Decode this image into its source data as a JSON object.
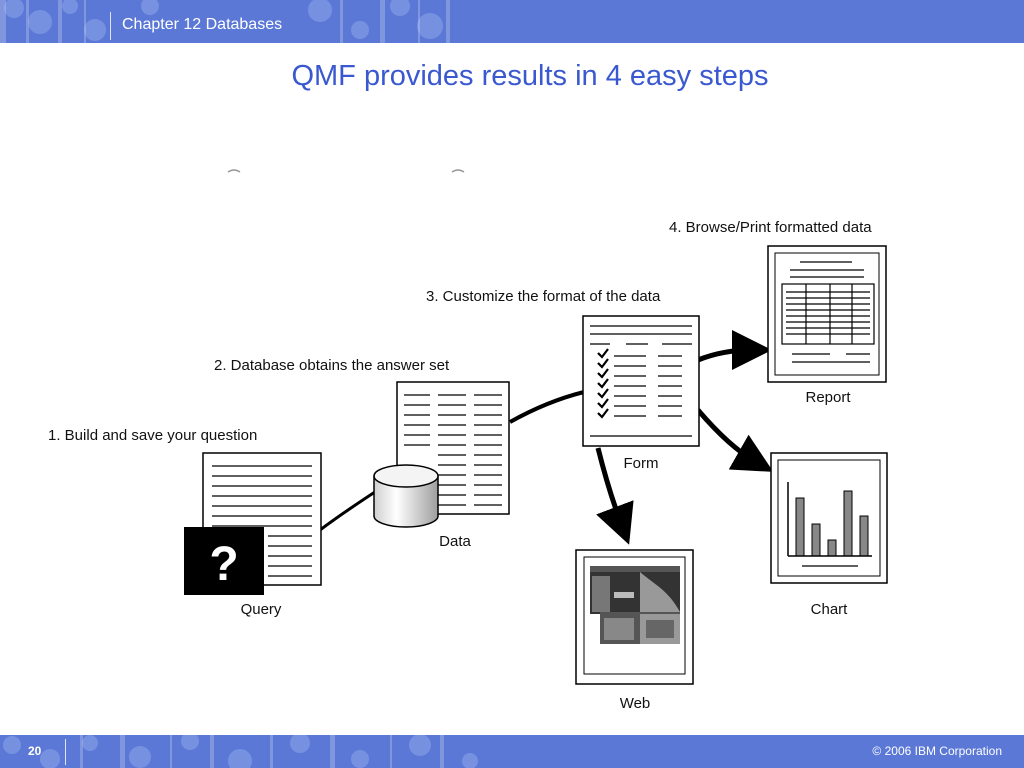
{
  "header": {
    "chapter": "Chapter 12 Databases"
  },
  "title": "QMF provides results in 4 easy steps",
  "steps": [
    {
      "label": "1. Build and save your question"
    },
    {
      "label": "2. Database obtains the answer set"
    },
    {
      "label": "3. Customize the format of the data"
    },
    {
      "label": "4. Browse/Print formatted data"
    }
  ],
  "nodes": {
    "query": "Query",
    "query_icon": "?",
    "data": "Data",
    "form": "Form",
    "report": "Report",
    "chart": "Chart",
    "web": "Web"
  },
  "footer": {
    "page": "20",
    "copyright": "© 2006 IBM Corporation"
  },
  "colors": {
    "band": "#5b78d6",
    "title": "#3a58d0"
  }
}
